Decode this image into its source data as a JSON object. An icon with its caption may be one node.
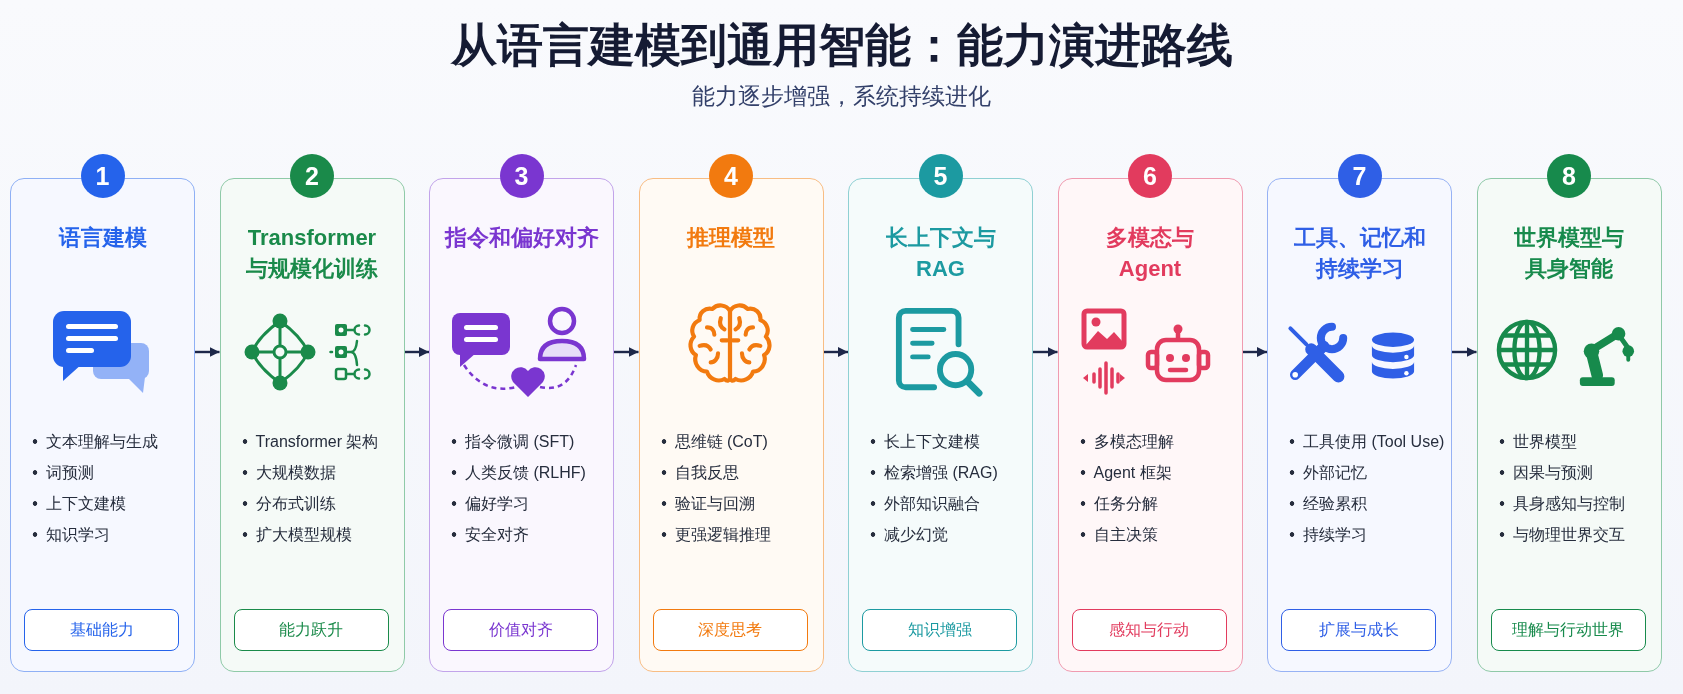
{
  "diagram": {
    "title": "从语言建模到通用智能：能力演进路线",
    "nodes": [
      {
        "text": [
          "1"
        ]
      },
      {
        "text": [
          "语言建模",
          "文本理解与生成",
          "词预测",
          "上下文建模",
          "知识学习"
        ]
      },
      {
        "text": [
          "基础能力"
        ],
        "in": 1
      },
      {
        "text": [
          "2"
        ]
      },
      {
        "text": [
          "Transformer 与规模化训练",
          "Transformer 架构",
          "大规模数据",
          "分布式训练",
          "扩大模型规模"
        ]
      },
      {
        "text": [
          "能力跃升"
        ],
        "in": 4
      },
      {
        "text": [
          "3"
        ]
      },
      {
        "text": [
          "指令和偏好对齐",
          "指令微调 (SFT)",
          "人类反馈 (RLHF)",
          "偏好学习",
          "安全对齐"
        ]
      },
      {
        "text": [
          "价值对齐"
        ],
        "in": 7
      },
      {
        "text": [
          "4"
        ]
      },
      {
        "text": [
          "推理模型",
          "思维链 (CoT)",
          "自我反思",
          "验证与回溯",
          "更强逻辑推理"
        ]
      },
      {
        "text": [
          "深度思考"
        ],
        "in": 10
      },
      {
        "text": [
          "5"
        ]
      },
      {
        "text": [
          "长上下文与 RAG",
          "长上下文建模",
          "检索增强 (RAG)",
          "外部知识融合",
          "减少幻觉"
        ]
      },
      {
        "text": [
          "知识增强"
        ],
        "in": 13
      },
      {
        "text": [
          "6"
        ]
      },
      {
        "text": [
          "多模态与 Agent",
          "多模态理解",
          "Agent 框架",
          "任务分解",
          "自主决策"
        ]
      },
      {
        "text": [
          "感知与行动"
        ],
        "in": 16
      },
      {
        "text": [
          "7"
        ]
      },
      {
        "text": [
          "工具、记忆和持续学习",
          "工具使用 (Tool Use)",
          "外部记忆",
          "经验累积",
          "持续学习"
        ]
      },
      {
        "text": [
          "扩展与成长"
        ],
        "in": 19
      },
      {
        "text": [
          "8"
        ]
      },
      {
        "text": [
          "世界模型与具身智能",
          "世界模型",
          "因果与预测",
          "具身感知与控制",
          "与物理世界交互"
        ]
      },
      {
        "text": [
          "理解与行动世界"
        ],
        "in": 22
      }
    ],
    "edges": [
      {
        "from": 1,
        "to": 4,
        "arrow": "to"
      },
      {
        "from": 4,
        "to": 7,
        "arrow": "to"
      },
      {
        "from": 7,
        "to": 10,
        "arrow": "to"
      },
      {
        "from": 10,
        "to": 13,
        "arrow": "to"
      },
      {
        "from": 13,
        "to": 16,
        "arrow": "to"
      },
      {
        "from": 16,
        "to": 19,
        "arrow": "to"
      },
      {
        "from": 19,
        "to": 22,
        "arrow": "to"
      }
    ],
    "labels": [
      "能力逐步增强，系统持续进化"
    ]
  }
}
